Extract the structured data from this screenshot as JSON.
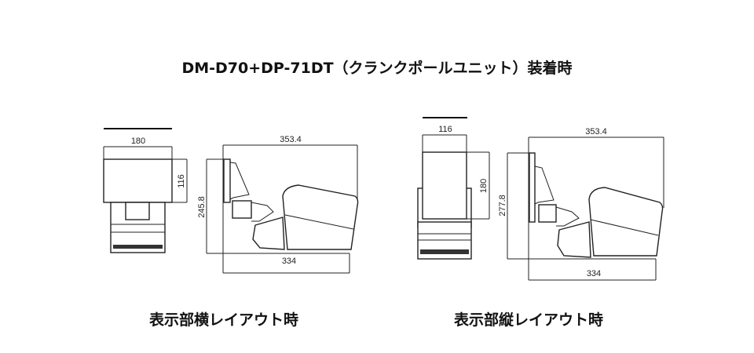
{
  "title": "DM-D70+DP-71DT（クランクポールユニット）装着時",
  "layouts": [
    {
      "caption": "表示部横レイアウト時",
      "front_width": "180",
      "front_height": "116",
      "side_top_width": "353.4",
      "side_height": "245.8",
      "side_bottom_width": "334"
    },
    {
      "caption": "表示部縦レイアウト時",
      "front_width": "116",
      "front_height": "180",
      "side_top_width": "353.4",
      "side_height": "277.8",
      "side_bottom_width": "334"
    }
  ]
}
